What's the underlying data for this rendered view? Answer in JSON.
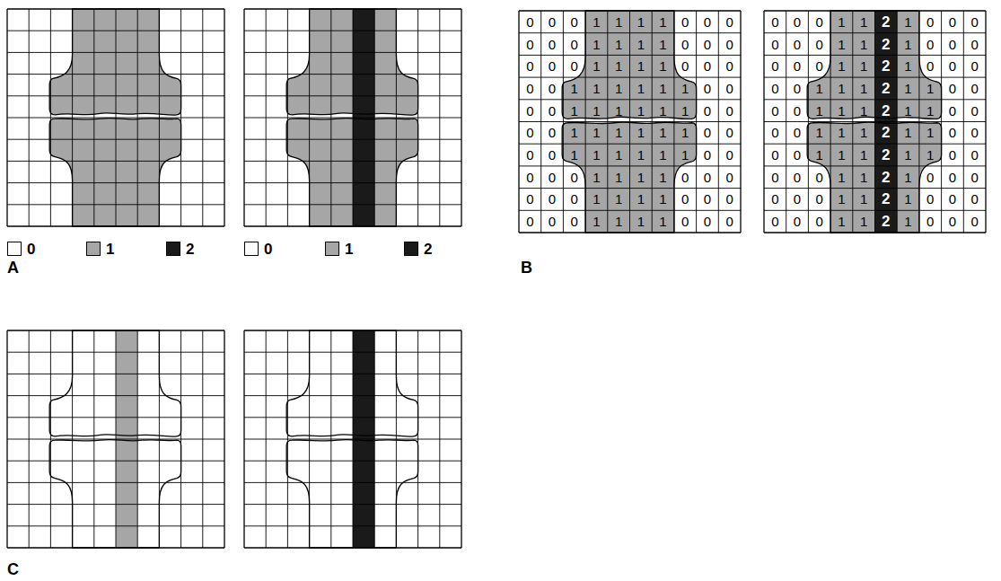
{
  "diagram": {
    "labels": [
      "0",
      "0",
      "0",
      "1",
      "1",
      "1",
      "1",
      "0",
      "0",
      "0",
      "0",
      "0",
      "0",
      "1",
      "1",
      "1",
      "1",
      "0",
      "0",
      "0",
      "0",
      "0",
      "0",
      "1",
      "1",
      "1",
      "1",
      "0",
      "0",
      "0",
      "0",
      "0",
      "1",
      "1",
      "1",
      "1",
      "1",
      "1",
      "0",
      "0",
      "0",
      "0",
      "1",
      "1",
      "1",
      "1",
      "1",
      "1",
      "0",
      "0",
      "0",
      "0",
      "1",
      "1",
      "1",
      "1",
      "1",
      "1",
      "0",
      "0",
      "0",
      "0",
      "1",
      "1",
      "1",
      "1",
      "1",
      "1",
      "0",
      "0",
      "0",
      "0",
      "0",
      "1",
      "1",
      "1",
      "1",
      "0",
      "0",
      "0",
      "0",
      "0",
      "0",
      "1",
      "1",
      "1",
      "1",
      "0",
      "0",
      "0",
      "0",
      "0",
      "0",
      "1",
      "1",
      "1",
      "1",
      "0",
      "0",
      "0",
      "0",
      "0",
      "0",
      "1",
      "1",
      "2",
      "1",
      "0",
      "0",
      "0",
      "0",
      "0",
      "0",
      "1",
      "1",
      "2",
      "1",
      "0",
      "0",
      "0",
      "0",
      "0",
      "0",
      "1",
      "1",
      "2",
      "1",
      "0",
      "0",
      "0",
      "0",
      "0",
      "1",
      "1",
      "1",
      "2",
      "1",
      "1",
      "0",
      "0",
      "0",
      "0",
      "1",
      "1",
      "1",
      "2",
      "1",
      "1",
      "0",
      "0",
      "0",
      "0",
      "1",
      "1",
      "1",
      "2",
      "1",
      "1",
      "0",
      "0",
      "0",
      "0",
      "1",
      "1",
      "1",
      "2",
      "1",
      "1",
      "0",
      "0",
      "0",
      "0",
      "0",
      "1",
      "1",
      "2",
      "1",
      "0",
      "0",
      "0",
      "0",
      "0",
      "0",
      "1",
      "1",
      "2",
      "1",
      "0",
      "0",
      "0",
      "0",
      "0",
      "0",
      "1",
      "1",
      "2",
      "1",
      "0",
      "0",
      "0",
      "A",
      "B",
      "C"
    ],
    "legend": [
      {
        "text": "0",
        "color": "#ffffff"
      },
      {
        "text": "1",
        "color": "#a6a6a6"
      },
      {
        "text": "2",
        "color": "#1a1a1a"
      },
      {
        "text": "0",
        "color": "#ffffff"
      },
      {
        "text": "1",
        "color": "#a6a6a6"
      },
      {
        "text": "2",
        "color": "#1a1a1a"
      }
    ]
  }
}
